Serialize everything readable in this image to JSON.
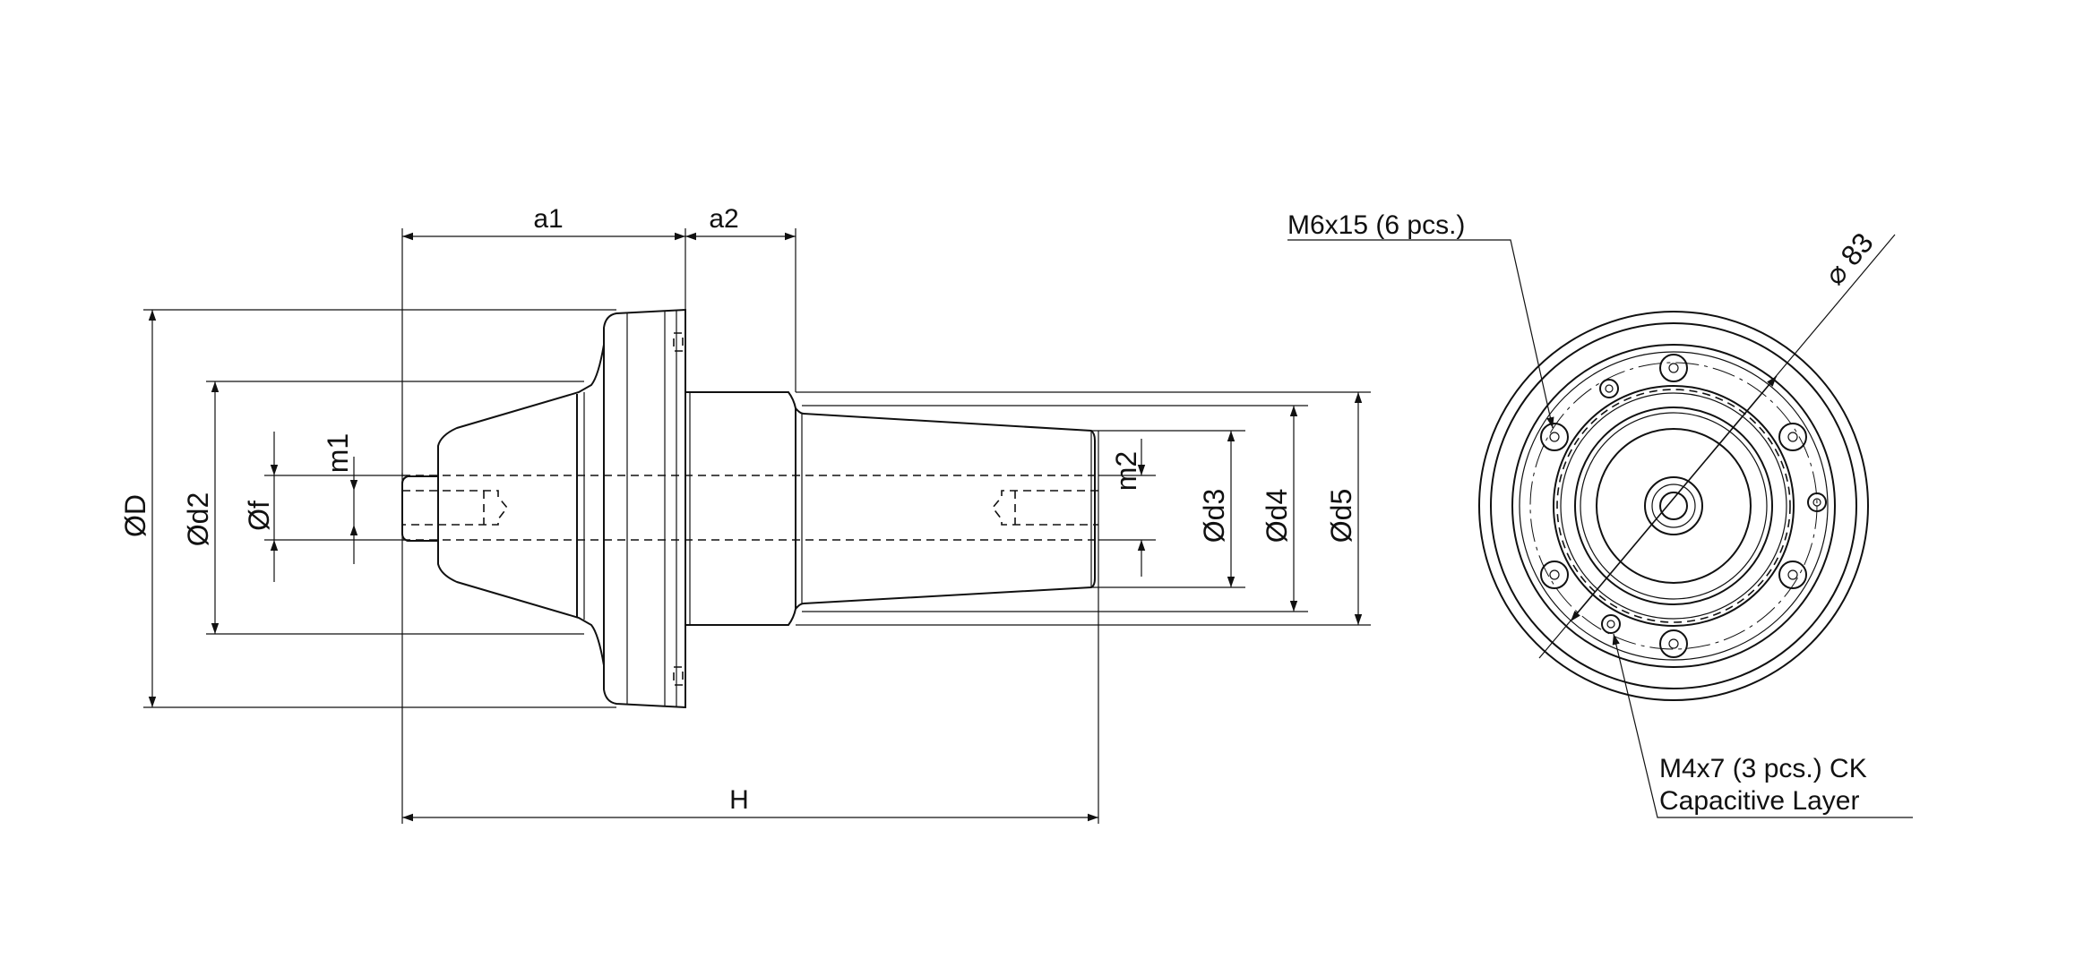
{
  "dimensions": {
    "a1": "a1",
    "a2": "a2",
    "H": "H",
    "D": "ØD",
    "d2": "Ød2",
    "f": "Øf",
    "m1": "m1",
    "m2": "m2",
    "d3": "Ød3",
    "d4": "Ød4",
    "d5": "Ød5",
    "circle": "83"
  },
  "callouts": {
    "m6": "M6x15 (6 pcs.)",
    "m4_line1": "M4x7 (3 pcs.) CK",
    "m4_line2": "Capacitive Layer"
  }
}
